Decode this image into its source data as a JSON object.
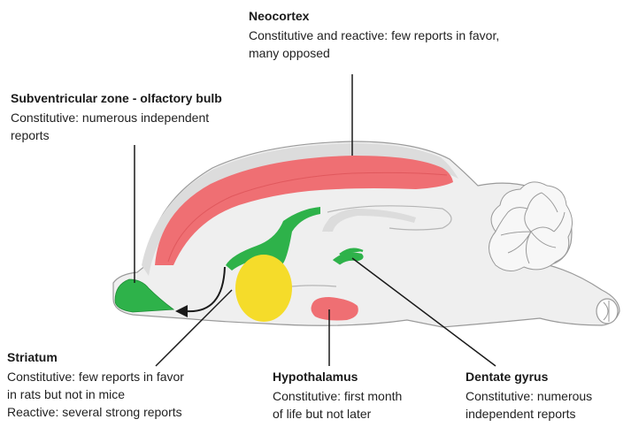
{
  "colors": {
    "neocortex": "#ef6f73",
    "neurogenic": "#2eb24a",
    "striatum": "#f5dc2a",
    "brain": "#efefef",
    "outline": "#9a9a9a",
    "leader": "#1a1a1a"
  },
  "regions": {
    "neocortex": {
      "title": "Neocortex",
      "lines": [
        "Constitutive and reactive: few reports in favor,",
        "many opposed"
      ]
    },
    "svz": {
      "title": "Subventricular zone - olfactory bulb",
      "lines": [
        "Constitutive:  numerous independent",
        "reports"
      ]
    },
    "striatum": {
      "title": "Striatum",
      "lines": [
        "Constitutive: few reports in favor",
        "in rats but not in mice",
        "Reactive: several strong reports"
      ]
    },
    "hypothalamus": {
      "title": "Hypothalamus",
      "lines": [
        "Constitutive: first month",
        "of life but not later"
      ]
    },
    "dentate": {
      "title": "Dentate gyrus",
      "lines": [
        "Constitutive: numerous",
        "independent reports"
      ]
    }
  }
}
